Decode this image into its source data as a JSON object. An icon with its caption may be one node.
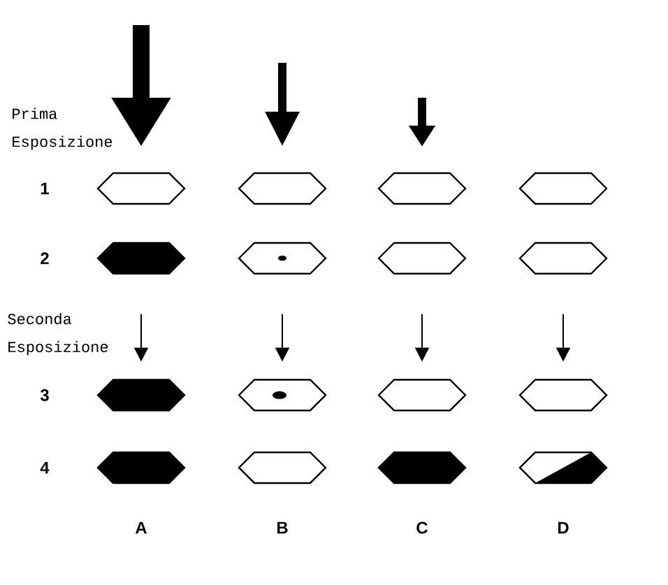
{
  "diagram": {
    "nodes": [
      {
        "text": [],
        "shape": "hexagon"
      },
      {
        "text": [],
        "shape": "hexagon"
      },
      {
        "text": [],
        "shape": "hexagon"
      },
      {
        "text": [],
        "shape": "hexagon"
      },
      {
        "text": [],
        "shape": "hexagon"
      },
      {
        "text": [],
        "shape": "hexagon"
      },
      {
        "text": [],
        "shape": "hexagon"
      },
      {
        "text": [],
        "shape": "hexagon"
      },
      {
        "text": [],
        "shape": "hexagon"
      },
      {
        "text": [],
        "shape": "hexagon"
      },
      {
        "text": [],
        "shape": "hexagon"
      },
      {
        "text": [],
        "shape": "hexagon"
      },
      {
        "text": [],
        "shape": "hexagon"
      },
      {
        "text": [],
        "shape": "hexagon"
      },
      {
        "text": [],
        "shape": "hexagon"
      },
      {
        "text": [],
        "shape": "hexagon"
      }
    ],
    "labels": [
      "Prima Esposizione",
      "1",
      "2",
      "Seconda Esposizione",
      "3",
      "4",
      "A",
      "B",
      "C",
      "D"
    ]
  }
}
